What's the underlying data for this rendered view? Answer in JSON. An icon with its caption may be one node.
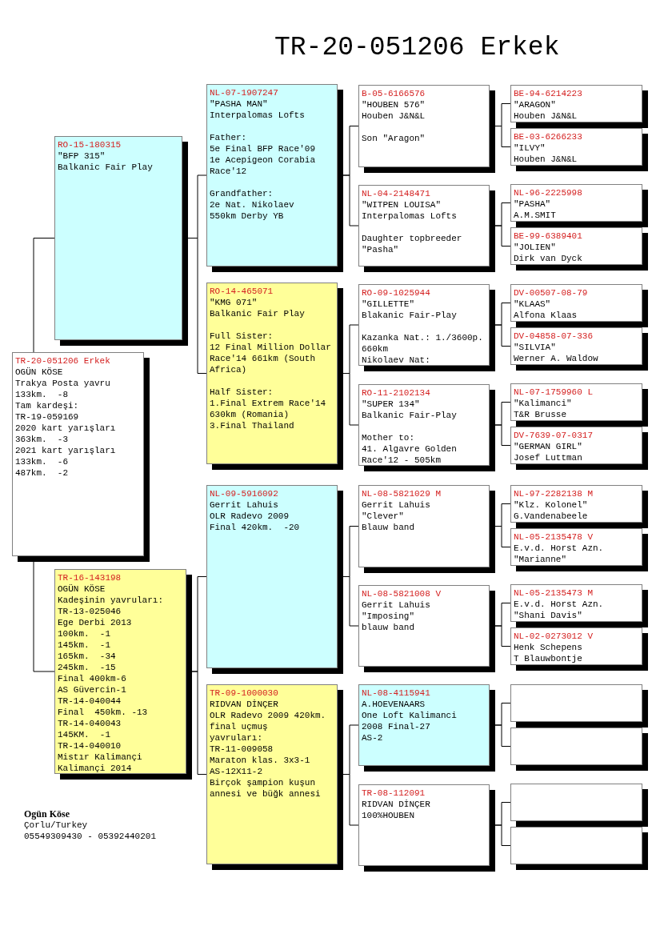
{
  "diagram": {
    "title": "TR-20-051206 Erkek",
    "nodes": [
      {
        "text": [
          "TR-20-051206 Erkek",
          "OGÜN KÖSE",
          "Trakya Posta yavru",
          "133km.  -8",
          "Tam kardeşi:",
          "TR-19-059169",
          "2020 kart yarışları",
          "363km.  -3",
          "2021 kart yarışları",
          "133km.  -6",
          "487km.  -2"
        ]
      },
      {
        "text": [
          "RO-15-180315",
          "\"BFP 315\"",
          "Balkanic Fair Play"
        ]
      },
      {
        "text": [
          "TR-16-143198",
          "OGÜN KÖSE",
          "Kadeşinin yavruları:",
          "TR-13-025046",
          "Ege Derbi 2013",
          "100km.  -1",
          "145km.  -1",
          "165km.  -34",
          "245km.  -15",
          "Final 400km-6",
          "AS Güvercin-1",
          "TR-14-040044",
          "Final  450km. -13",
          "TR-14-040043",
          "145KM.  -1",
          "TR-14-040010",
          "Mistır Kalimançi",
          "Kalimançi 2014"
        ]
      },
      {
        "text": [
          "NL-07-1907247",
          "\"PASHA MAN\"",
          "Interpalomas Lofts",
          "Father:",
          "5e Final BFP Race'09",
          "1e Acepigeon Corabia Race'12",
          "Grandfather:",
          "2e Nat. Nikolaev",
          "550km Derby YB"
        ]
      },
      {
        "text": [
          "RO-14-465071",
          "\"KMG 071\"",
          "Balkanic Fair Play",
          "Full Sister:",
          "12 Final Million Dollar Race'14 661km (South Africa)",
          "Half Sister:",
          "1.Final Extrem Race'14 630km (Romania)",
          "3.Final Thailand"
        ]
      },
      {
        "text": [
          "NL-09-5916092",
          "Gerrit Lahuis",
          "OLR Radevo 2009",
          "Final 420km.  -20"
        ]
      },
      {
        "text": [
          "TR-09-1000030",
          "RIDVAN DİNÇER",
          "OLR Radevo 2009 420km.",
          "final uçmuş",
          "yavruları:",
          "TR-11-009058",
          "Maraton klas. 3x3-1",
          "AS-12X11-2",
          "Birçok şampion kuşun annesi ve büğk annesi"
        ]
      },
      {
        "text": [
          "B-05-6166576",
          "\"HOUBEN 576\"",
          "Houben J&N&L",
          "Son \"Aragon\""
        ]
      },
      {
        "text": [
          "NL-04-2148471",
          "\"WITPEN LOUISA\"",
          "Interpalomas Lofts",
          "Daughter topbreeder \"Pasha\""
        ]
      },
      {
        "text": [
          "RO-09-1025944",
          "\"GILLETTE\"",
          "Blakanic Fair-Play",
          "Kazanka Nat.: 1./3600p. 660km",
          "Nikolaev Nat:"
        ]
      },
      {
        "text": [
          "RO-11-2102134",
          "\"SUPER 134\"",
          "Balkanic Fair-Play",
          "Mother to:",
          "41. Algavre Golden Race'12 - 505km"
        ]
      },
      {
        "text": [
          "NL-08-5821029 M",
          "Gerrit Lahuis",
          "\"Clever\"",
          "Blauw band"
        ]
      },
      {
        "text": [
          "NL-08-5821008 V",
          "Gerrit Lahuis",
          "\"Imposing\"",
          "blauw band"
        ]
      },
      {
        "text": [
          "NL-08-4115941",
          "A.HOEVENAARS",
          "One Loft Kalimanci",
          "2008 Final-27",
          "AS-2"
        ]
      },
      {
        "text": [
          "TR-08-112091",
          "RIDVAN DİNÇER",
          "100%HOUBEN"
        ]
      },
      {
        "text": [
          "BE-94-6214223",
          "\"ARAGON\"",
          "Houben J&N&L"
        ]
      },
      {
        "text": [
          "BE-03-6266233",
          "\"ILVY\"",
          "Houben J&N&L"
        ]
      },
      {
        "text": [
          "NL-96-2225998",
          "\"PASHA\"",
          "A.M.SMIT"
        ]
      },
      {
        "text": [
          "BE-99-6389401",
          "\"JOLIEN\"",
          "Dirk van Dyck"
        ]
      },
      {
        "text": [
          "DV-00507-08-79",
          "\"KLAAS\"",
          "Alfona Klaas"
        ]
      },
      {
        "text": [
          "DV-04858-07-336",
          "\"SILVIA\"",
          "Werner A. Waldow"
        ]
      },
      {
        "text": [
          "NL-07-1759960 L",
          "\"Kalimanci\"",
          "T&R Brusse"
        ]
      },
      {
        "text": [
          "DV-7639-07-0317",
          "\"GERMAN GIRL\"",
          "Josef Luttman"
        ]
      },
      {
        "text": [
          "NL-97-2282138 M",
          "\"Klz. Kolonel\"",
          "G.Vandenabeele"
        ]
      },
      {
        "text": [
          "NL-05-2135478 V",
          "E.v.d. Horst Azn.",
          "\"Marianne\""
        ]
      },
      {
        "text": [
          "NL-05-2135473 M",
          "E.v.d. Horst Azn.",
          "\"Shani Davis\""
        ]
      },
      {
        "text": [
          "NL-02-0273012 V",
          "Henk Schepens",
          "T Blauwbontje"
        ]
      },
      {
        "text": [],
        "shape": "box"
      },
      {
        "text": [],
        "shape": "box"
      },
      {
        "text": [],
        "shape": "box"
      },
      {
        "text": [],
        "shape": "box"
      }
    ],
    "edges": [
      {
        "from": 0,
        "to": 1,
        "arrow": "none"
      },
      {
        "from": 0,
        "to": 2,
        "arrow": "none"
      },
      {
        "from": 1,
        "to": 3,
        "arrow": "none"
      },
      {
        "from": 1,
        "to": 4,
        "arrow": "none"
      },
      {
        "from": 2,
        "to": 5,
        "arrow": "none"
      },
      {
        "from": 2,
        "to": 6,
        "arrow": "none"
      },
      {
        "from": 3,
        "to": 7,
        "arrow": "none"
      },
      {
        "from": 3,
        "to": 8,
        "arrow": "none"
      },
      {
        "from": 4,
        "to": 9,
        "arrow": "none"
      },
      {
        "from": 4,
        "to": 10,
        "arrow": "none"
      },
      {
        "from": 5,
        "to": 11,
        "arrow": "none"
      },
      {
        "from": 5,
        "to": 12,
        "arrow": "none"
      },
      {
        "from": 6,
        "to": 13,
        "arrow": "none"
      },
      {
        "from": 6,
        "to": 14,
        "arrow": "none"
      },
      {
        "from": 7,
        "to": 15,
        "arrow": "none"
      },
      {
        "from": 7,
        "to": 16,
        "arrow": "none"
      },
      {
        "from": 8,
        "to": 17,
        "arrow": "none"
      },
      {
        "from": 8,
        "to": 18,
        "arrow": "none"
      },
      {
        "from": 9,
        "to": 19,
        "arrow": "none"
      },
      {
        "from": 9,
        "to": 20,
        "arrow": "none"
      },
      {
        "from": 10,
        "to": 21,
        "arrow": "none"
      },
      {
        "from": 10,
        "to": 22,
        "arrow": "none"
      },
      {
        "from": 11,
        "to": 23,
        "arrow": "none"
      },
      {
        "from": 11,
        "to": 24,
        "arrow": "none"
      },
      {
        "from": 12,
        "to": 25,
        "arrow": "none"
      },
      {
        "from": 12,
        "to": 26,
        "arrow": "none"
      },
      {
        "from": 13,
        "to": 27,
        "arrow": "none"
      },
      {
        "from": 13,
        "to": 28,
        "arrow": "none"
      },
      {
        "from": 14,
        "to": 29,
        "arrow": "none"
      },
      {
        "from": 14,
        "to": 30,
        "arrow": "none"
      }
    ],
    "labels": [
      "Ogün Köse",
      "Çorlu/Turkey",
      "05549309430 - 05392440201"
    ]
  }
}
